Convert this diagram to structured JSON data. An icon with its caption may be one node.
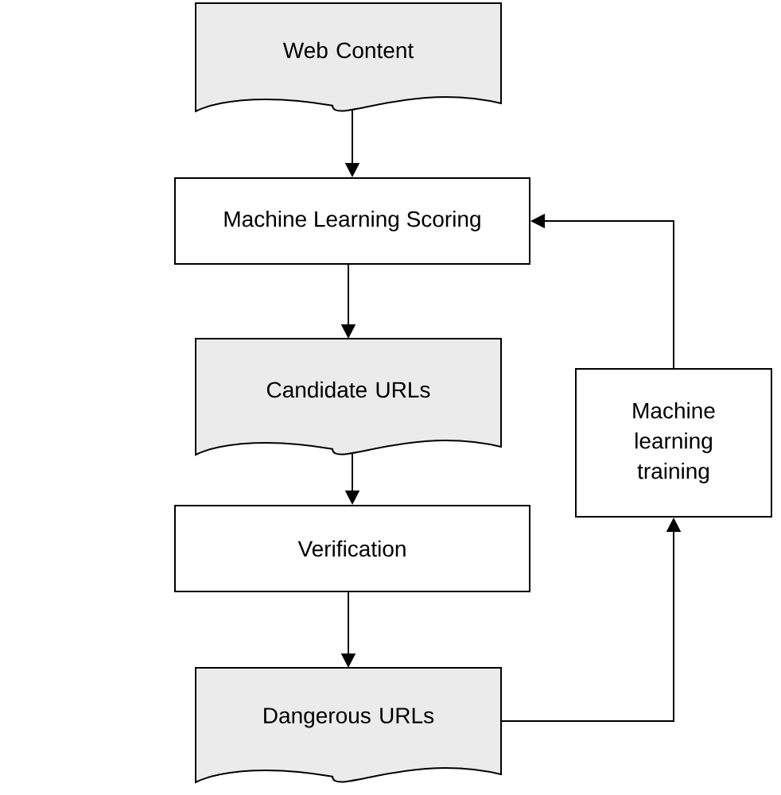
{
  "diagram": {
    "nodes": [
      {
        "text": [
          "Web Content"
        ]
      },
      {
        "text": [
          "Machine Learning Scoring"
        ]
      },
      {
        "text": [
          "Candidate URLs"
        ]
      },
      {
        "text": [
          "Verification"
        ]
      },
      {
        "text": [
          "Dangerous URLs"
        ]
      },
      {
        "text": [
          "Machine learning training"
        ]
      }
    ],
    "edges": [
      {
        "from": 0,
        "to": 1,
        "arrow": "to"
      },
      {
        "from": 1,
        "to": 2,
        "arrow": "to"
      },
      {
        "from": 2,
        "to": 3,
        "arrow": "to"
      },
      {
        "from": 3,
        "to": 4,
        "arrow": "to"
      },
      {
        "from": 4,
        "to": 5,
        "arrow": "to"
      },
      {
        "from": 5,
        "to": 1,
        "arrow": "to"
      }
    ]
  }
}
